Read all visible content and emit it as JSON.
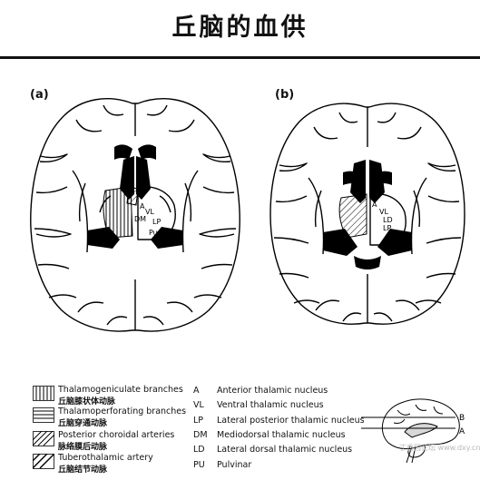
{
  "title": "丘脑的血供",
  "panels": [
    {
      "label": "(a)",
      "nuclei": [
        "A",
        "VL",
        "DM",
        "LP",
        "Pu"
      ]
    },
    {
      "label": "(b)",
      "nuclei": [
        "A",
        "VL",
        "LD",
        "LP"
      ]
    }
  ],
  "legend": [
    {
      "pattern": "vertical-lines",
      "en": "Thalamogeniculate branches",
      "zh": "丘脑膝状体动脉"
    },
    {
      "pattern": "horizontal-lines",
      "en": "Thalamoperforating branches",
      "zh": "丘脑穿通动脉"
    },
    {
      "pattern": "diagonal-lines",
      "en": "Posterior choroidal arteries",
      "zh": "脉络膜后动脉"
    },
    {
      "pattern": "cross-diagonal-lines",
      "en": "Tuberothalamic artery",
      "zh": "丘脑结节动脉"
    }
  ],
  "abbreviations": [
    {
      "abbr": "A",
      "name": "Anterior thalamic nucleus"
    },
    {
      "abbr": "VL",
      "name": "Ventral thalamic nucleus"
    },
    {
      "abbr": "LP",
      "name": "Lateral posterior thalamic nucleus"
    },
    {
      "abbr": "DM",
      "name": "Mediodorsal thalamic nucleus"
    },
    {
      "abbr": "LD",
      "name": "Lateral dorsal thalamic nucleus"
    },
    {
      "abbr": "PU",
      "name": "Pulvinar"
    }
  ],
  "sagittal_labels": [
    "B",
    "A"
  ],
  "watermark": "丁香园论坛 www.dxy.cn"
}
